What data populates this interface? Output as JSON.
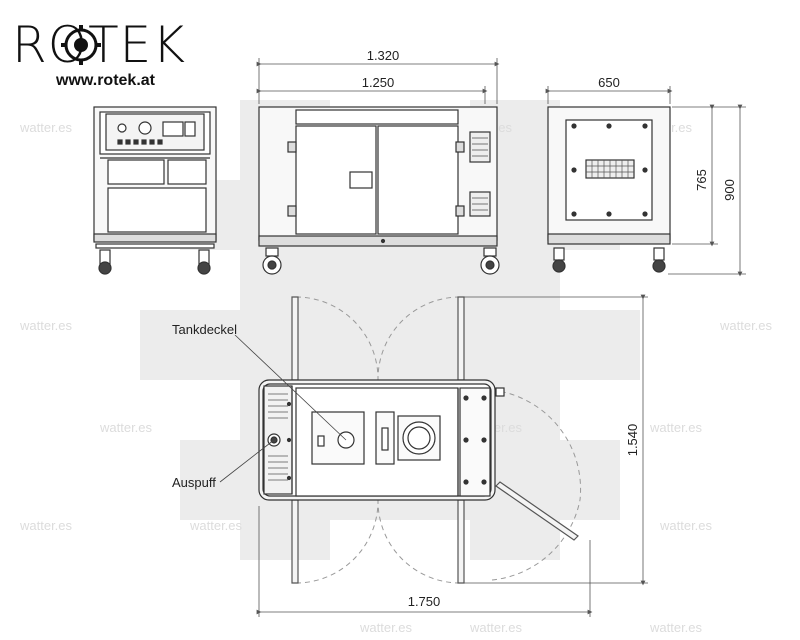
{
  "brand": {
    "name": "ROTEK",
    "url": "www.rotek.at"
  },
  "watermark": {
    "text": "watter.es"
  },
  "dimensions": {
    "front_total_width": "1.320",
    "front_inner_width": "1.250",
    "side_depth": "650",
    "side_height_body": "765",
    "side_height_total": "900",
    "top_depth": "1.540",
    "top_width": "1.750"
  },
  "labels": {
    "fuel_cap": "Tankdeckel",
    "exhaust": "Auspuff"
  },
  "colors": {
    "line": "#333333",
    "dim_line": "#555555",
    "dashed": "#999999",
    "watermark_shape": "#e8e8e8",
    "watermark_text": "#d6d6d6"
  }
}
